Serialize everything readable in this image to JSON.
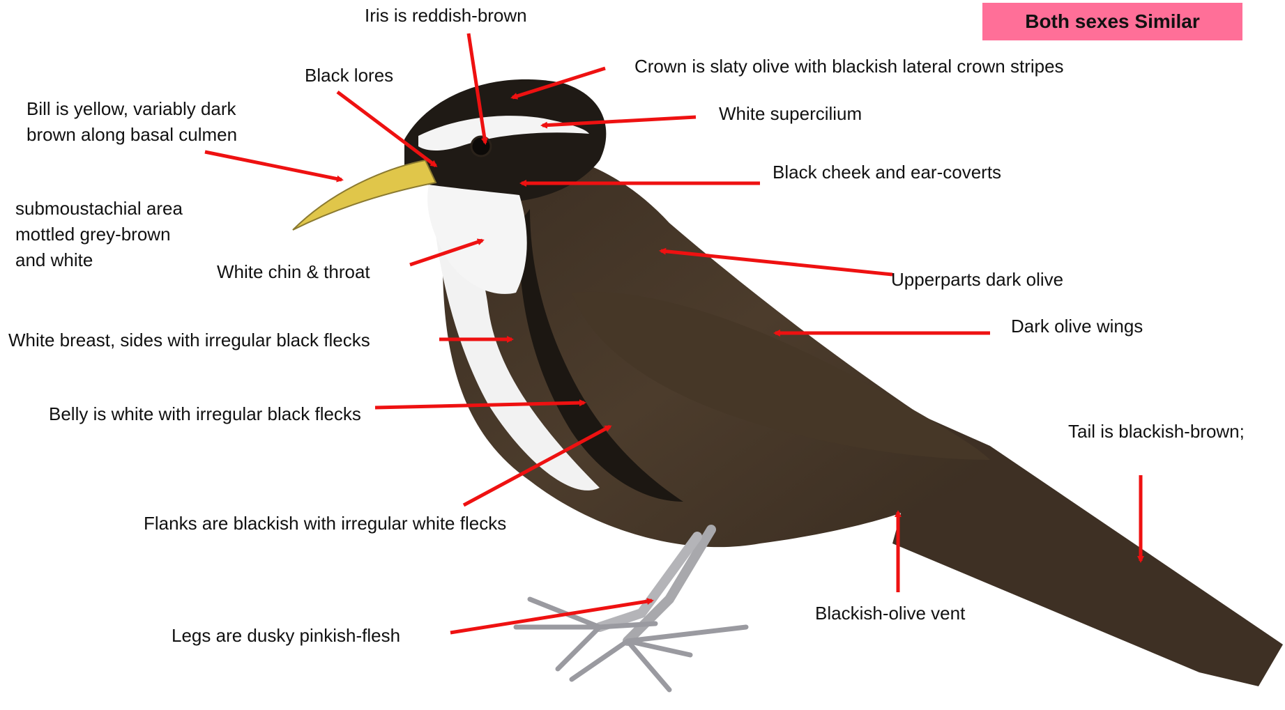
{
  "badge": "Both sexes Similar",
  "labels": {
    "iris": "Iris is reddish-brown",
    "crown": "Crown is slaty olive with blackish lateral crown stripes",
    "lores": "Black lores",
    "bill": "Bill is yellow, variably dark brown along basal culmen",
    "supercilium": "White supercilium",
    "cheek": "Black cheek and ear-coverts",
    "submoustachial": "submoustachial area mottled grey-brown and white",
    "chin": "White chin & throat",
    "upperparts": "Upperparts dark olive",
    "wings": "Dark olive wings",
    "breast": "White breast, sides with irregular black flecks",
    "belly": "Belly is white with  irregular black flecks",
    "tail": "Tail is blackish-brown;",
    "flanks": "Flanks are blackish with irregular white flecks",
    "vent": "Blackish-olive vent",
    "legs": "Legs are  dusky pinkish-flesh"
  },
  "colors": {
    "arrow": "#ee1111",
    "badge_bg": "#ff6f98",
    "plumage": "#4a3a2a",
    "plumage_dark": "#1c1712",
    "bill": "#e0c64a",
    "legs": "#a8a8ac"
  }
}
